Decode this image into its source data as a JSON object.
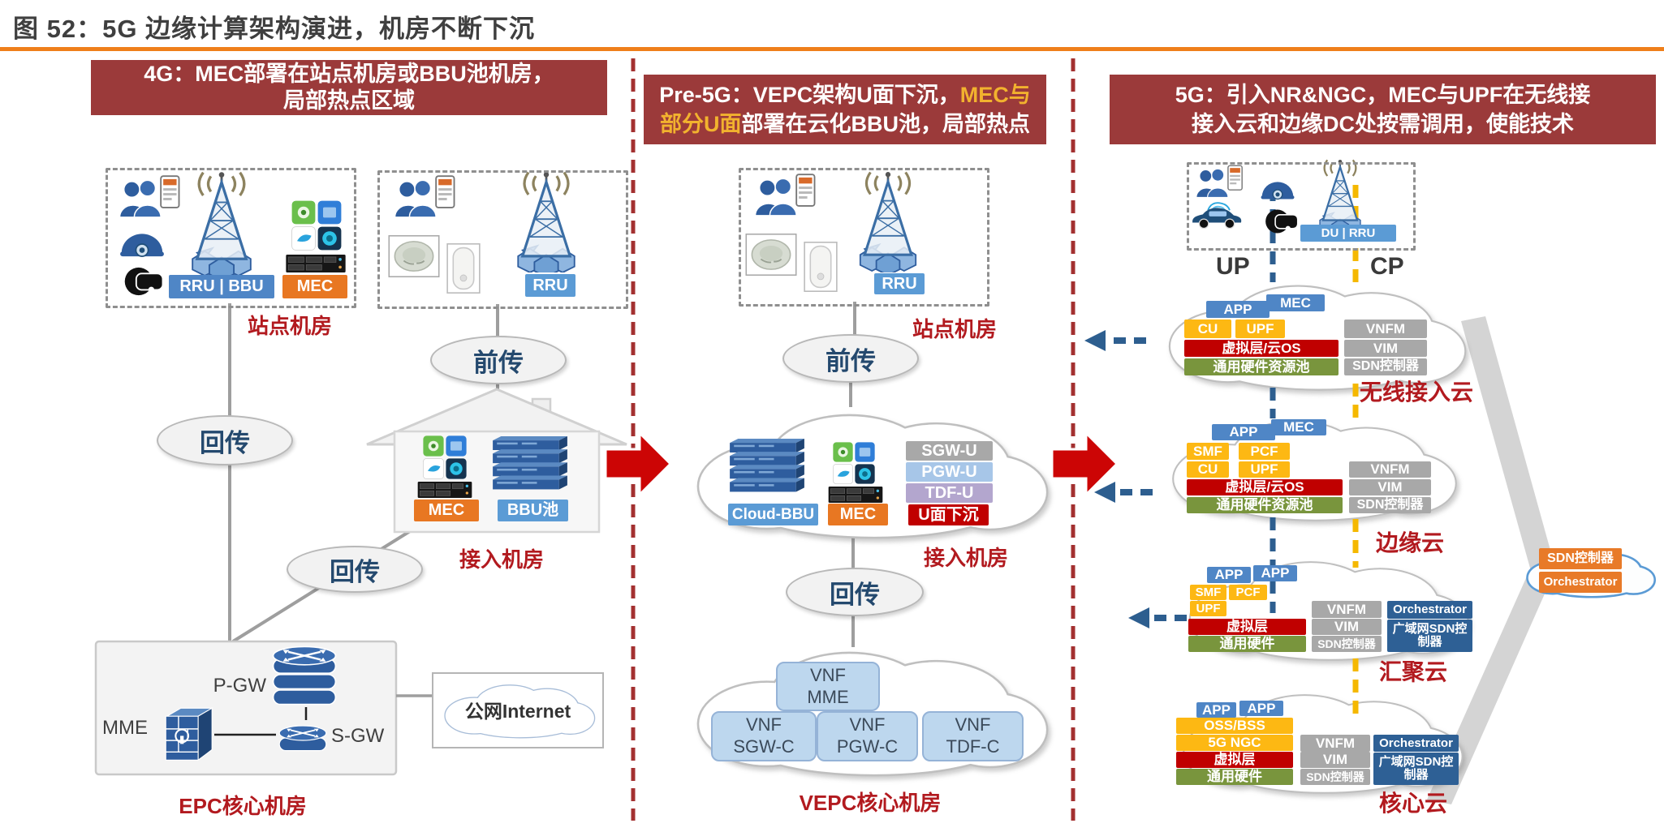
{
  "title": "图 52：5G 边缘计算架构演进，机房不断下沉",
  "colors": {
    "accent_orange": "#EF7F1A",
    "header_red": "#9B3A3A",
    "highlight_yellow": "#F2B22E",
    "label_red": "#B21A1F",
    "chip_blue": "#4F86C6",
    "chip_orange": "#E87722",
    "chip_yellow": "#FDB813",
    "chip_red": "#C00000",
    "chip_green": "#79953D",
    "chip_gray": "#A8A8A8",
    "chip_darkblue": "#2E6095",
    "chip_lightblue": "#A7C6E8",
    "chip_lavender": "#B3A6CE",
    "divider_red": "#A33030"
  },
  "left": {
    "header_line1": "4G：MEC部署在站点机房或BBU池机房，",
    "header_line2": "局部热点区域",
    "chip_rru_bbu": "RRU | BBU",
    "chip_mec_site": "MEC",
    "label_site_room": "站点机房",
    "chip_rru": "RRU",
    "ellipse_backhaul_1": "回传",
    "ellipse_fronthaul": "前传",
    "chip_mec_access": "MEC",
    "chip_bbu_pool": "BBU池",
    "label_access_room": "接入机房",
    "ellipse_backhaul_2": "回传",
    "label_pgw": "P-GW",
    "label_mme": "MME",
    "label_sgw": "S-GW",
    "label_internet": "公网Internet",
    "label_epc_core": "EPC核心机房"
  },
  "middle": {
    "header_seg1": "Pre-5G：VEPC架构U面下沉，",
    "header_seg2": "MEC与",
    "header_seg3": "部分U面",
    "header_seg4": "部署在云化BBU池，局部热点",
    "chip_rru": "RRU",
    "label_site_room": "站点机房",
    "ellipse_fronthaul": "前传",
    "chip_cloud_bbu": "Cloud-BBU",
    "chip_mec": "MEC",
    "chip_sgw_u": "SGW-U",
    "chip_pgw_u": "PGW-U",
    "chip_tdf_u": "TDF-U",
    "chip_u_sink": "U面下沉",
    "label_access_room": "接入机房",
    "ellipse_backhaul": "回传",
    "vnf_mme": "VNF\nMME",
    "vnf_sgw_c": "VNF\nSGW-C",
    "vnf_pgw_c": "VNF\nPGW-C",
    "vnf_tdf_c": "VNF\nTDF-C",
    "label_vepc_core": "VEPC核心机房"
  },
  "right": {
    "header_line1": "5G：引入NR&NGC，MEC与UPF在无线接",
    "header_line2": "接入云和边缘DC处按需调用，使能技术",
    "chip_du_rru": "DU | RRU",
    "label_up": "UP",
    "label_cp": "CP",
    "cloud1": {
      "app": "APP",
      "mec": "MEC",
      "cu": "CU",
      "upf": "UPF",
      "virt": "虚拟层/云OS",
      "hw": "通用硬件资源池",
      "vnfm": "VNFM",
      "vim": "VIM",
      "sdn": "SDN控制器",
      "label": "无线接入云"
    },
    "cloud2": {
      "app": "APP",
      "mec": "MEC",
      "smf": "SMF",
      "pcf": "PCF",
      "cu": "CU",
      "upf": "UPF",
      "virt": "虚拟层/云OS",
      "hw": "通用硬件资源池",
      "vnfm": "VNFM",
      "vim": "VIM",
      "sdn": "SDN控制器",
      "label": "边缘云"
    },
    "cloud3": {
      "app1": "APP",
      "app2": "APP",
      "smf": "SMF",
      "pcf": "PCF",
      "upf": "UPF",
      "virt": "虚拟层",
      "hw": "通用硬件",
      "vnfm": "VNFM",
      "vim": "VIM",
      "sdn": "SDN控制器",
      "orch": "Orchestrator",
      "wan_sdn": "广域网SDN控制器",
      "label": "汇聚云"
    },
    "cloud4": {
      "app1": "APP",
      "app2": "APP",
      "oss": "OSS/BSS",
      "ngc": "5G NGC",
      "virt": "虚拟层",
      "hw": "通用硬件",
      "vnfm": "VNFM",
      "vim": "VIM",
      "sdn": "SDN控制器",
      "orch": "Orchestrator",
      "wan_sdn": "广域网SDN控制器",
      "label": "核心云"
    },
    "sdn_cloud": {
      "sdn": "SDN控制器",
      "orch": "Orchestrator"
    }
  }
}
